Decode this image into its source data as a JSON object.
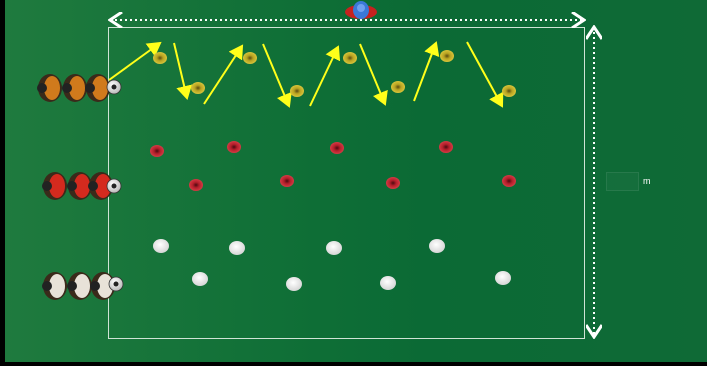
{
  "diagram": {
    "colors": {
      "pitch": "#0f6f37",
      "lines": "#ffffff",
      "arrow": "#ffff1a",
      "cone_yellow": "#b8a321",
      "cone_red": "#b31e2a",
      "cone_white": "#f2f2f2"
    },
    "dimension_unit": "m",
    "icons": [
      "player-group-icon",
      "soccer-ball-icon",
      "coach-icon",
      "cone-icon",
      "arrow-icon",
      "dimension-arrow-icon"
    ],
    "rows": [
      {
        "name": "row-yellow",
        "cone_color": "yellow",
        "player_kit": "orange",
        "has_arrows": true
      },
      {
        "name": "row-red",
        "cone_color": "red",
        "player_kit": "red",
        "has_arrows": false
      },
      {
        "name": "row-white",
        "cone_color": "white",
        "player_kit": "white",
        "has_arrows": false
      }
    ],
    "players_per_group": 3
  }
}
